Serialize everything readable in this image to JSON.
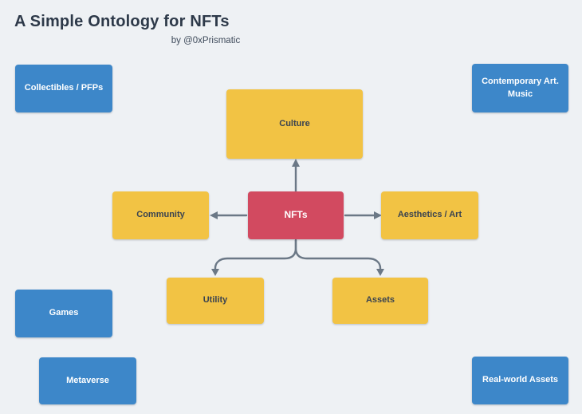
{
  "header": {
    "title": "A Simple Ontology for NFTs",
    "subtitle": "by @0xPrismatic"
  },
  "colors": {
    "background": "#eef1f4",
    "blue": "#3d87c9",
    "yellow": "#f2c344",
    "red": "#d24a60",
    "arrow": "#6b7886",
    "title_text": "#2d3949",
    "subtitle_text": "#3f4b5b",
    "dark_label": "#3a4350",
    "light_label": "#ffffff"
  },
  "diagram": {
    "center": {
      "label": "NFTs"
    },
    "branches": {
      "culture": "Culture",
      "community": "Community",
      "aesthetics_art": "Aesthetics / Art",
      "utility": "Utility",
      "assets": "Assets"
    },
    "examples": {
      "collectibles_pfps": "Collectibles / PFPs",
      "contemporary_art_music": "Contemporary Art. Music",
      "games": "Games",
      "metaverse": "Metaverse",
      "real_world_assets": "Real-world Assets"
    }
  }
}
